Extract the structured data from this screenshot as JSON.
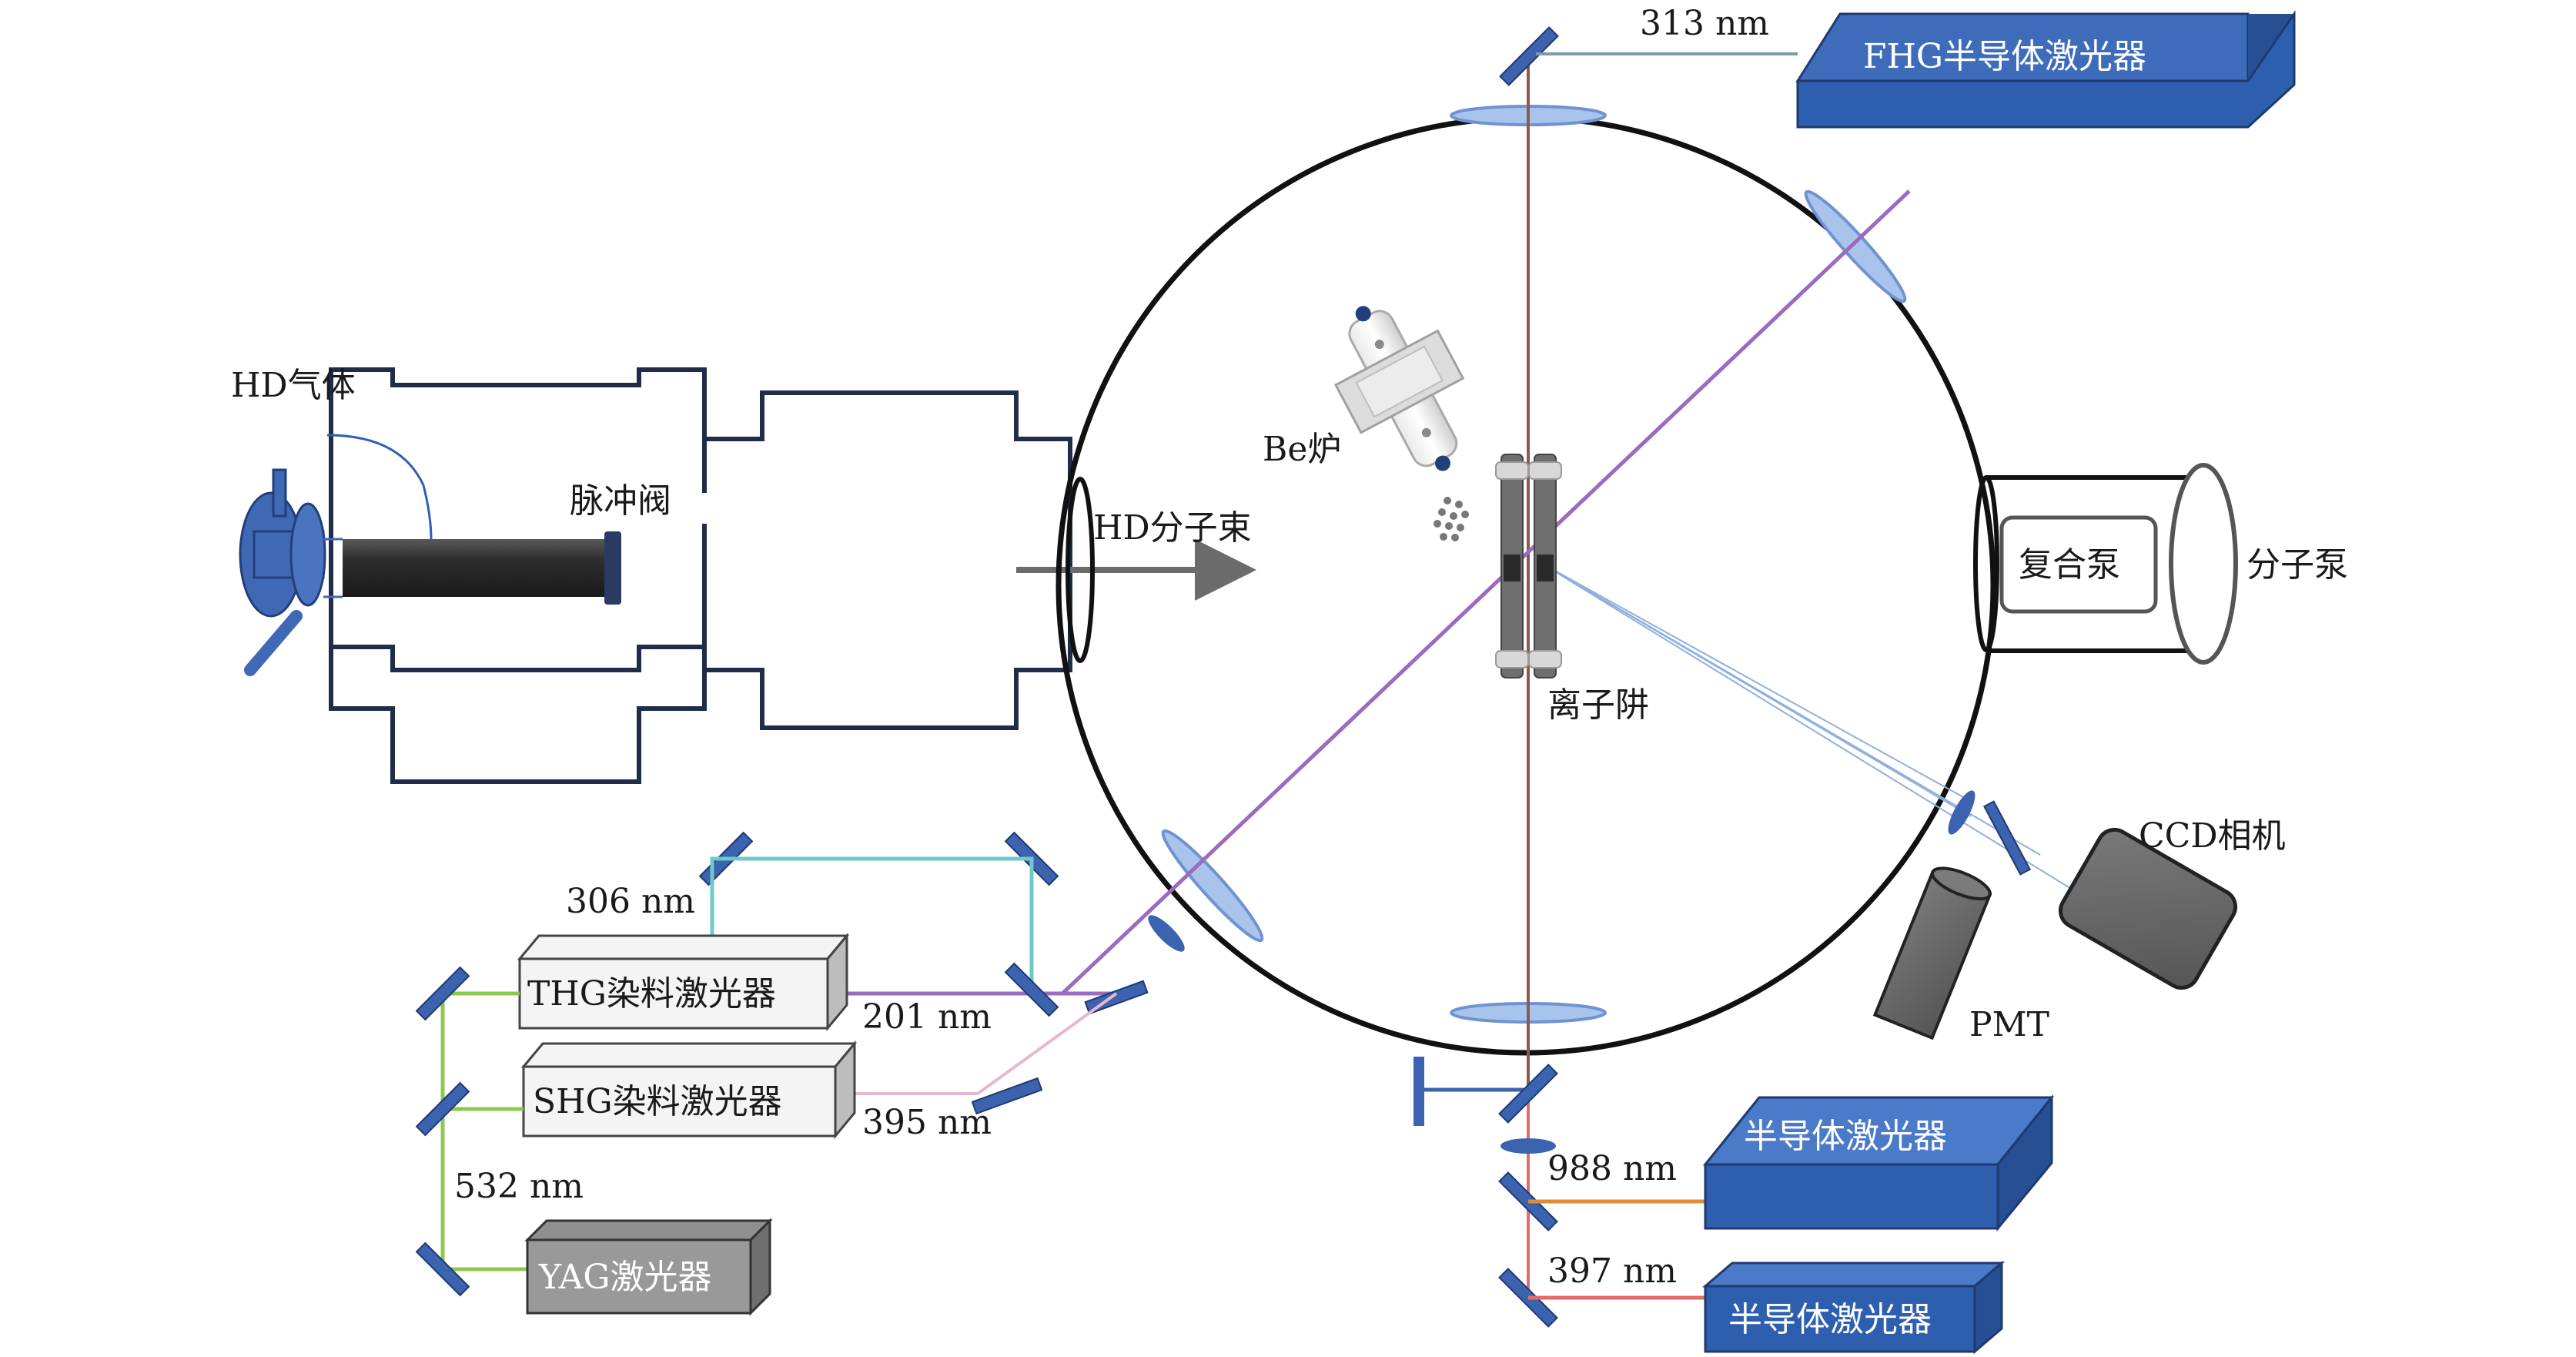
{
  "labels": {
    "hd_gas": "HD气体",
    "pulse_valve": "脉冲阀",
    "hd_beam": "HD分子束",
    "be_oven": "Be炉",
    "ion_trap": "离子阱",
    "compound_pump": "复合泵",
    "molecular_pump": "分子泵",
    "ccd_camera": "CCD相机",
    "pmt": "PMT"
  },
  "lasers": {
    "fhg": "FHG半导体激光器",
    "thg_dye": "THG染料激光器",
    "shg_dye": "SHG染料激光器",
    "yag": "YAG激光器",
    "diode_988": "半导体激光器",
    "diode_397": "半导体激光器"
  },
  "wavelengths": {
    "w313": "313 nm",
    "w306": "306 nm",
    "w201": "201 nm",
    "w395": "395 nm",
    "w532": "532 nm",
    "w988": "988 nm",
    "w397": "397 nm"
  },
  "colors": {
    "chamber_outline": "#1f2d4a",
    "mirror_blue": "#3b63b0",
    "diode_laser_blue": "#2e5fae",
    "beam_313": "#7e9aa8",
    "beam_306": "#6fc9c9",
    "beam_201": "#9a6bbf",
    "beam_395": "#e7b6cf",
    "beam_532": "#8cc850",
    "beam_988": "#e08a3a",
    "beam_397": "#e56b6b",
    "beam_vertical": "#8a5a4a"
  }
}
